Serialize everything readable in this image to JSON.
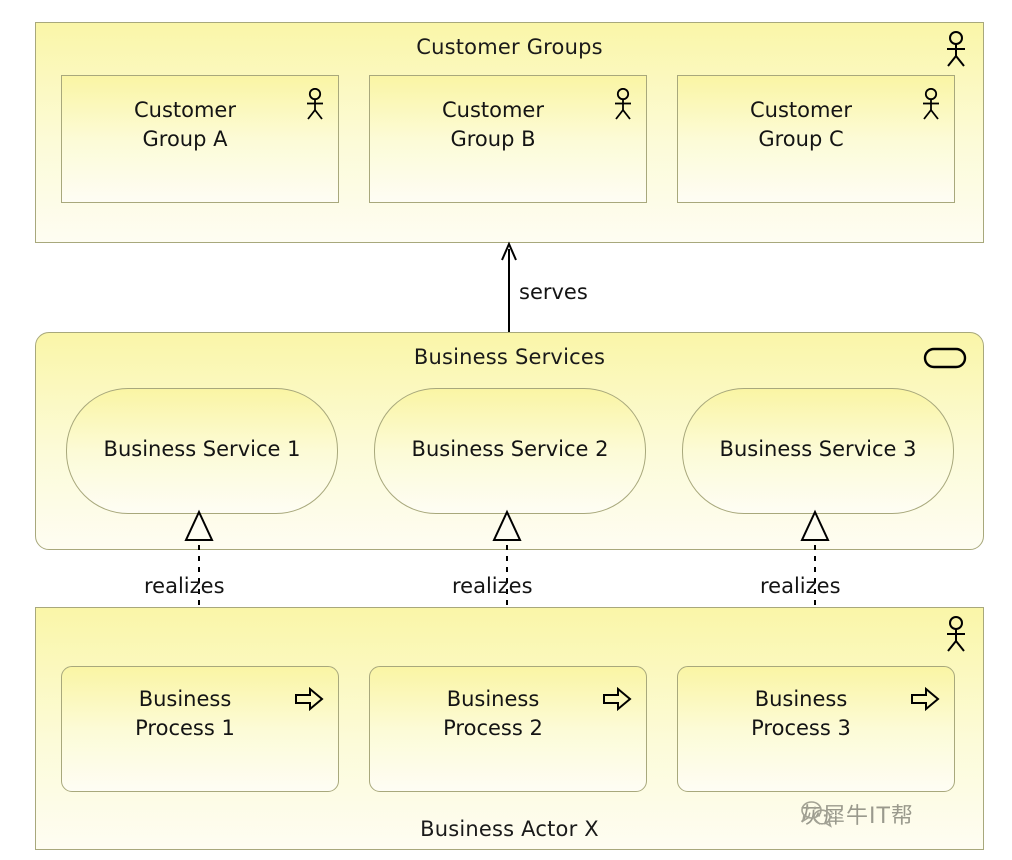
{
  "diagram": {
    "type": "archimate-business-layer",
    "notation": "ArchiMate",
    "colors": {
      "fill_top": "#faf5a4",
      "fill_bottom": "#fefdf4",
      "border": "#a8a87c",
      "text": "#141414",
      "line": "#000000"
    }
  },
  "groups": [
    {
      "id": "customer-groups",
      "title": "Customer Groups",
      "icon": "business-actor-icon",
      "shape": "rectangle",
      "elements": [
        {
          "id": "customer-group-a",
          "label": "Customer\nGroup A",
          "icon": "business-actor-icon"
        },
        {
          "id": "customer-group-b",
          "label": "Customer\nGroup B",
          "icon": "business-actor-icon"
        },
        {
          "id": "customer-group-c",
          "label": "Customer\nGroup C",
          "icon": "business-actor-icon"
        }
      ]
    },
    {
      "id": "business-services",
      "title": "Business Services",
      "icon": "business-service-icon",
      "shape": "rounded-rectangle",
      "elements": [
        {
          "id": "business-service-1",
          "label": "Business Service 1",
          "icon": "none"
        },
        {
          "id": "business-service-2",
          "label": "Business Service 2",
          "icon": "none"
        },
        {
          "id": "business-service-3",
          "label": "Business Service 3",
          "icon": "none"
        }
      ]
    },
    {
      "id": "business-actor-x",
      "title": "Business Actor X",
      "icon": "business-actor-icon",
      "shape": "rectangle",
      "elements": [
        {
          "id": "business-process-1",
          "label": "Business\nProcess 1",
          "icon": "business-process-icon"
        },
        {
          "id": "business-process-2",
          "label": "Business\nProcess 2",
          "icon": "business-process-icon"
        },
        {
          "id": "business-process-3",
          "label": "Business\nProcess 3",
          "icon": "business-process-icon"
        }
      ]
    }
  ],
  "relationships": [
    {
      "id": "serves-rel",
      "label": "serves",
      "kind": "serving",
      "line": "solid",
      "arrowhead": "open-arrow",
      "source": "business-services",
      "target": "customer-groups"
    },
    {
      "id": "realizes-rel-1",
      "label": "realizes",
      "kind": "realization",
      "line": "dashed",
      "arrowhead": "hollow-triangle",
      "source": "business-process-1",
      "target": "business-service-1"
    },
    {
      "id": "realizes-rel-2",
      "label": "realizes",
      "kind": "realization",
      "line": "dashed",
      "arrowhead": "hollow-triangle",
      "source": "business-process-2",
      "target": "business-service-2"
    },
    {
      "id": "realizes-rel-3",
      "label": "realizes",
      "kind": "realization",
      "line": "dashed",
      "arrowhead": "hollow-triangle",
      "source": "business-process-3",
      "target": "business-service-3"
    }
  ],
  "watermark": {
    "icon": "wechat-icon",
    "text": "灰犀牛IT帮"
  }
}
